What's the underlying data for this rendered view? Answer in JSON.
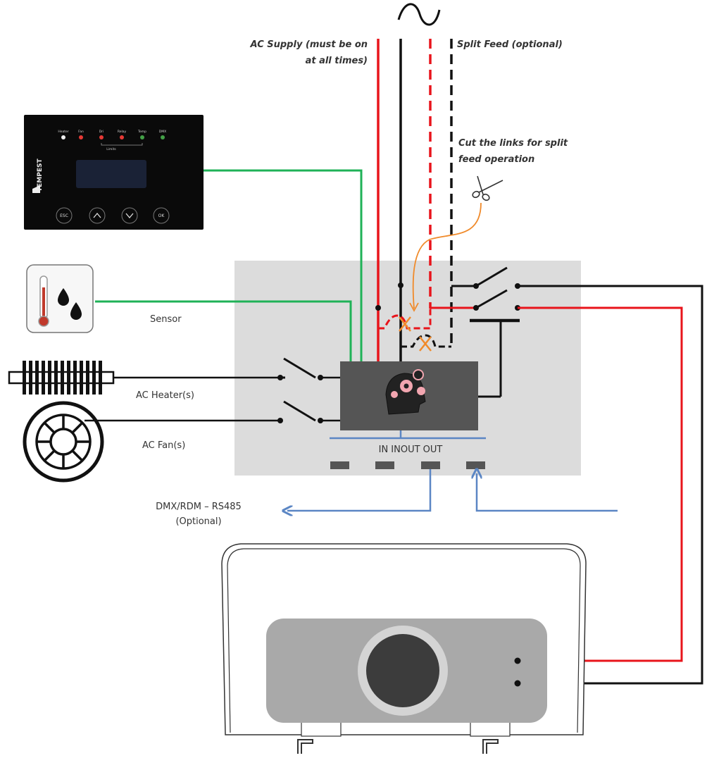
{
  "labels": {
    "ac_supply_line1": "AC Supply (must be on",
    "ac_supply_line2": "at all times)",
    "split_feed": "Split Feed (optional)",
    "cut_line1": "Cut the links for split",
    "cut_line2": "feed operation",
    "sensor": "Sensor",
    "ac_heater": "AC Heater(s)",
    "ac_fan": "AC Fan(s)",
    "ports": "IN INOUT OUT",
    "dmx_line1": "DMX/RDM – RS485",
    "dmx_line2": "(Optional)"
  },
  "panel": {
    "brand": "TEMPEST",
    "leds": [
      "Heater",
      "Fan",
      "Dri",
      "Relay",
      "Temp",
      "DMX"
    ],
    "led_group_label": "Limits",
    "buttons": [
      "ESC",
      "up-arrow-icon",
      "down-arrow-icon",
      "OK"
    ]
  },
  "colors": {
    "live": "#e8141b",
    "neutral": "#111111",
    "signal": "#1fb257",
    "data": "#5b86c4",
    "cut_marker": "#f08a2a",
    "enclosure": "#dcdcdc",
    "controller": "#555555",
    "gear": "#f2a6b0"
  },
  "icons": [
    "ac-sine-icon",
    "scissors-icon",
    "thermometer-icon",
    "humidity-drops-icon",
    "heater-coil-icon",
    "fan-icon",
    "controller-brain-gears-icon"
  ]
}
